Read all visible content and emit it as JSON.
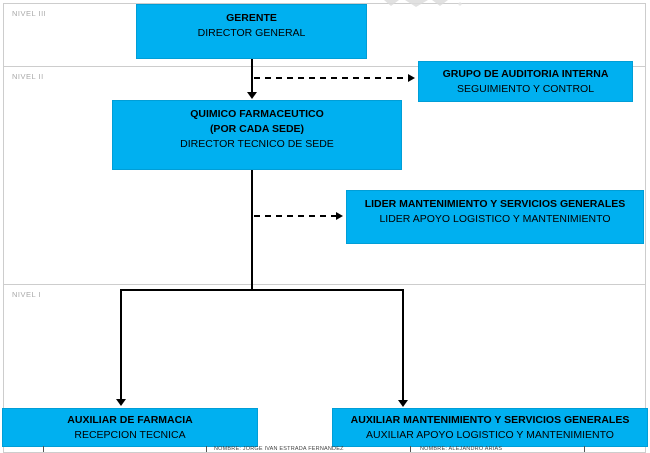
{
  "colors": {
    "node_fill": "#00B0F0",
    "connector": "#000000",
    "lane_border": "#CDCDCD",
    "lane_label": "#A9A9A9"
  },
  "lanes": {
    "level3": "NIVEL III",
    "level2": "NIVEL II",
    "level1": "NIVEL I"
  },
  "nodes": {
    "gerente": {
      "title": "GERENTE",
      "subtitle": "DIRECTOR GENERAL"
    },
    "auditoria": {
      "title": "GRUPO DE AUDITORIA INTERNA",
      "subtitle": "SEGUIMIENTO Y CONTROL"
    },
    "quimico": {
      "title": "QUIMICO FARMACEUTICO",
      "title2": "(POR CADA SEDE)",
      "subtitle": "DIRECTOR TECNICO DE SEDE"
    },
    "lider": {
      "title": "LIDER MANTENIMIENTO Y SERVICIOS GENERALES",
      "subtitle": "LIDER APOYO LOGISTICO Y MANTENIMIENTO"
    },
    "aux_farmacia": {
      "title": "AUXILIAR DE FARMACIA",
      "subtitle": "RECEPCION TECNICA"
    },
    "aux_mantenimiento": {
      "title": "AUXILIAR MANTENIMIENTO Y SERVICIOS GENERALES",
      "subtitle": "AUXILIAR APOYO LOGISTICO Y MANTENIMIENTO"
    }
  },
  "footer": {
    "signature_left": "NOMBRE: JORGE IVAN ESTRADA FERNANDEZ",
    "signature_right": "NOMBRE: ALEJANDRO ARIAS"
  }
}
